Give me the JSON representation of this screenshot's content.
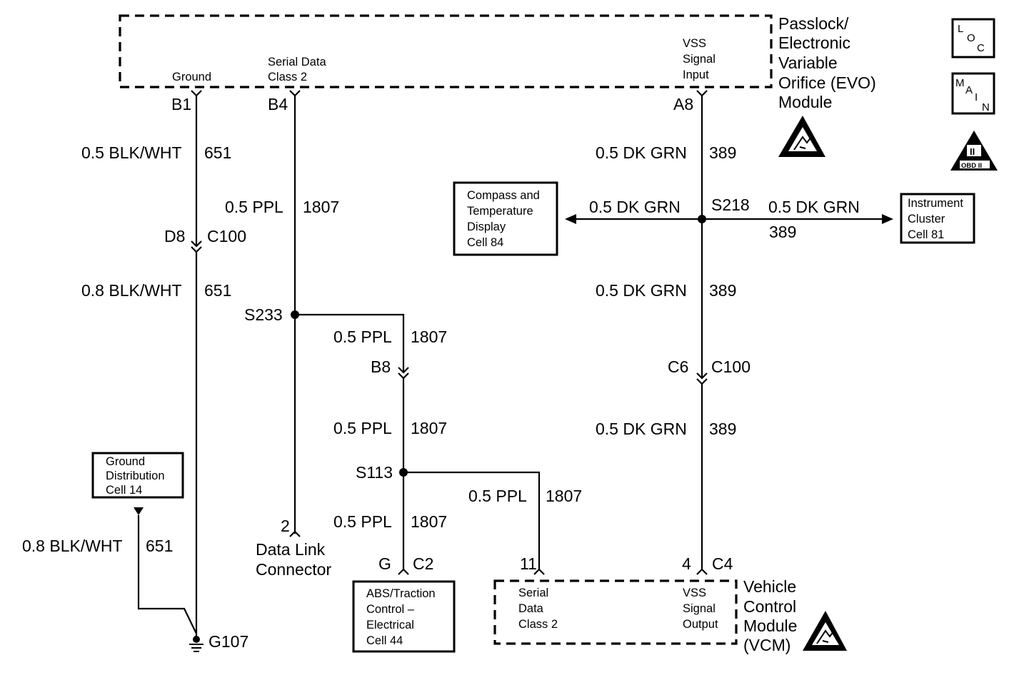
{
  "modules": {
    "passlock": {
      "name_lines": [
        "Passlock/",
        "Electronic",
        "Variable",
        "Orifice (EVO)",
        "Module"
      ],
      "pins": {
        "ground": {
          "label": "Ground",
          "pin": "B1"
        },
        "serial_data": {
          "label_lines": [
            "Serial Data",
            "Class 2"
          ],
          "pin": "B4"
        },
        "vss_input": {
          "label_lines": [
            "VSS",
            "Signal",
            "Input"
          ],
          "pin": "A8"
        }
      }
    },
    "vcm": {
      "name_lines": [
        "Vehicle",
        "Control",
        "Module",
        "(VCM)"
      ],
      "pins": {
        "serial_data": {
          "label_lines": [
            "Serial",
            "Data",
            "Class 2"
          ],
          "pin": "11"
        },
        "vss_output": {
          "label_lines": [
            "VSS",
            "Signal",
            "Output"
          ],
          "pin": "4",
          "connector": "C4"
        }
      }
    }
  },
  "reference_boxes": {
    "compass": [
      "Compass and",
      "Temperature",
      "Display",
      "Cell 84"
    ],
    "instrument_cluster": [
      "Instrument",
      "Cluster",
      "Cell 81"
    ],
    "ground_distribution": [
      "Ground",
      "Distribution",
      "Cell 14"
    ],
    "abs_traction": [
      "ABS/Traction",
      "Control –",
      "Electrical",
      "Cell 44"
    ]
  },
  "badges": {
    "loc": [
      "L",
      "O",
      "C"
    ],
    "main": [
      "M",
      "A",
      "I",
      "N"
    ],
    "obd": {
      "top": "II",
      "bottom": "OBD II"
    }
  },
  "wires": {
    "ground_upper": {
      "gauge_color": "0.5 BLK/WHT",
      "circuit": "651"
    },
    "ground_lower": {
      "gauge_color": "0.8 BLK/WHT",
      "circuit": "651"
    },
    "ground_dist": {
      "gauge_color": "0.8 BLK/WHT",
      "circuit": "651"
    },
    "serial_main": {
      "gauge_color": "0.5 PPL",
      "circuit": "1807"
    },
    "serial_branch1": {
      "gauge_color": "0.5 PPL",
      "circuit": "1807"
    },
    "serial_branch2": {
      "gauge_color": "0.5 PPL",
      "circuit": "1807"
    },
    "serial_abs": {
      "gauge_color": "0.5 PPL",
      "circuit": "1807"
    },
    "serial_vcm": {
      "gauge_color": "0.5 PPL",
      "circuit": "1807"
    },
    "vss_top": {
      "gauge_color": "0.5 DK GRN",
      "circuit": "389"
    },
    "vss_left": {
      "gauge_color": "0.5 DK GRN"
    },
    "vss_right": {
      "gauge_color": "0.5 DK GRN",
      "circuit": "389"
    },
    "vss_mid": {
      "gauge_color": "0.5 DK GRN",
      "circuit": "389"
    },
    "vss_bottom": {
      "gauge_color": "0.5 DK GRN",
      "circuit": "389"
    }
  },
  "connectors": {
    "d8": "D8",
    "c100_left": "C100",
    "b8": "B8",
    "c6": "C6",
    "c100_right": "C100",
    "dlc_pin": "2",
    "abs_pin": "G",
    "abs_conn": "C2"
  },
  "splices": {
    "s233": "S233",
    "s113": "S113",
    "s218": "S218"
  },
  "ground_point": "G107",
  "dlc_name_lines": [
    "Data Link",
    "Connector"
  ]
}
